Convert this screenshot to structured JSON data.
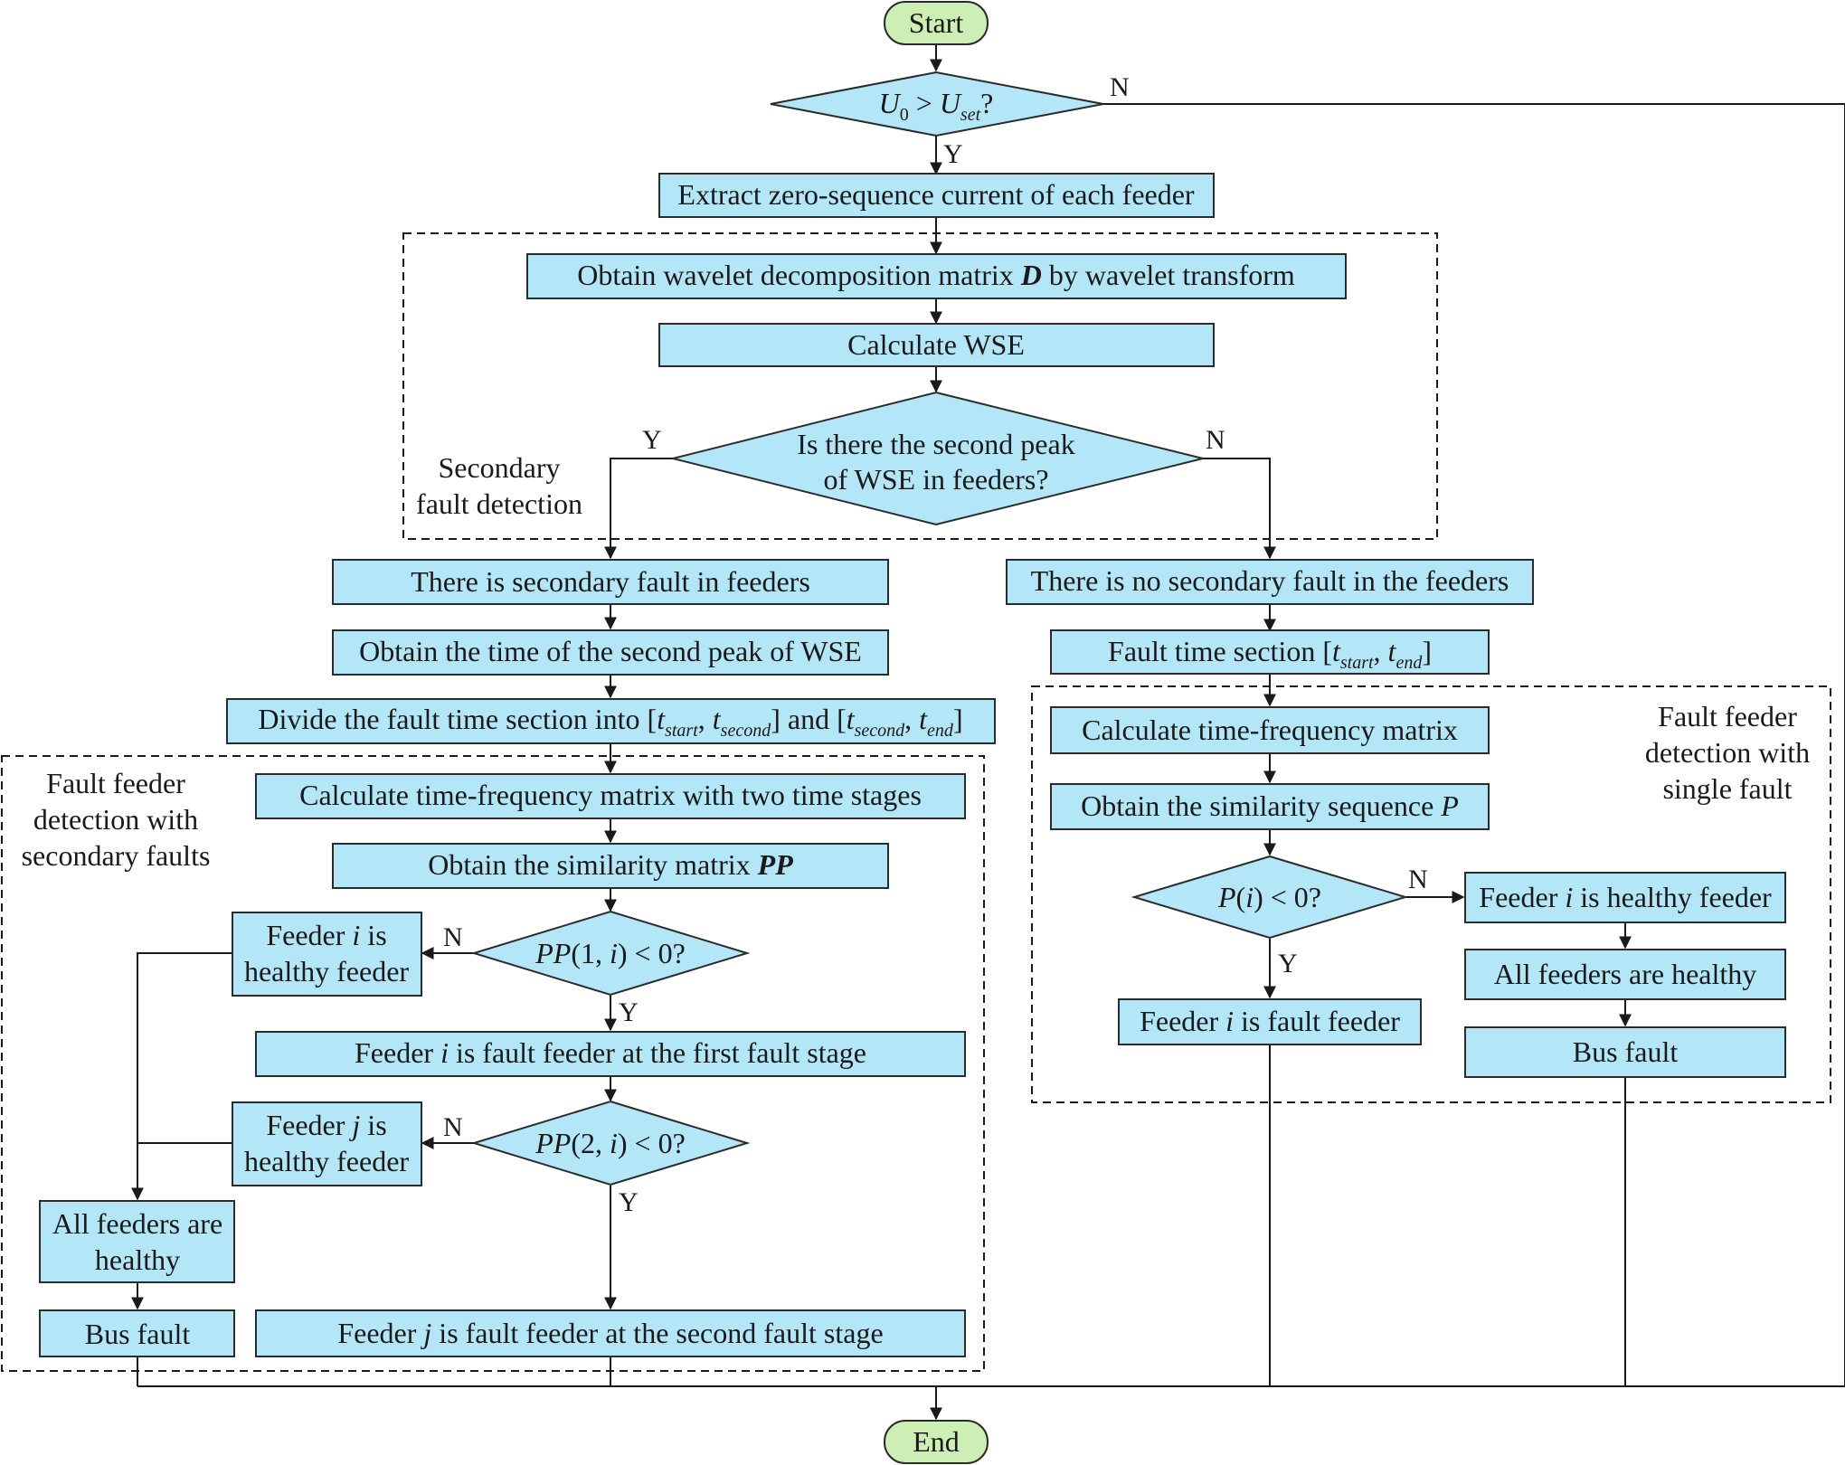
{
  "nodes": {
    "start": "Start",
    "end": "End",
    "d_u0": {
      "u": "U",
      "sub0": "0",
      "gt": " > ",
      "uset": "U",
      "subset": "set",
      "q": "?"
    },
    "extract": "Extract zero-sequence current of each feeder",
    "wavelet": {
      "pre": "Obtain wavelet decomposition matrix ",
      "sym": "D",
      "post": " by wavelet transform"
    },
    "calc_wse": "Calculate WSE",
    "d_peak": {
      "line1": "Is there the second peak",
      "line2": "of WSE in feeders?"
    },
    "sec_fault": "There is secondary fault in feeders",
    "no_sec_fault": "There is no secondary fault in the feeders",
    "obtain_time": "Obtain the time of the second peak of WSE",
    "fault_section": {
      "pre": "Fault time section [",
      "t1": "t",
      "s1": "start",
      "comma": ", ",
      "t2": "t",
      "s2": "end",
      "post": "]"
    },
    "divide": {
      "pre": "Divide the fault time section into [",
      "a": "t",
      "as": "start",
      "c1": ", ",
      "b": "t",
      "bs": "second",
      "mid": "] and [",
      "c": "t",
      "cs": "second",
      "c2": ", ",
      "d": "t",
      "ds": "end",
      "post": "]"
    },
    "calc_tf2": "Calculate time-frequency matrix with two time stages",
    "sim_pp": {
      "pre": "Obtain the similarity matrix ",
      "sym": "PP"
    },
    "d_pp1": {
      "sym": "PP",
      "args": "(1, ",
      "i": "i",
      "post": ") < 0?"
    },
    "d_pp2": {
      "sym": "PP",
      "args": "(2, ",
      "i": "i",
      "post": ") < 0?"
    },
    "feeder_i_healthy": {
      "pre": "Feeder ",
      "v": "i",
      "post": " is",
      "line2": "healthy feeder"
    },
    "feeder_j_healthy": {
      "pre": "Feeder ",
      "v": "j",
      "post": " is",
      "line2": "healthy feeder"
    },
    "feeder_i_first": {
      "pre": "Feeder ",
      "v": "i",
      "post": " is fault feeder at the first fault stage"
    },
    "feeder_j_second": {
      "pre": "Feeder ",
      "v": "j",
      "post": " is fault feeder at the second fault stage"
    },
    "all_healthy_left": {
      "line1": "All feeders are",
      "line2": "healthy"
    },
    "bus_fault_left": "Bus fault",
    "calc_tf": "Calculate time-frequency matrix",
    "sim_p": {
      "pre": "Obtain the similarity sequence ",
      "sym": "P"
    },
    "d_p": {
      "sym": "P",
      "open": "(",
      "i": "i",
      "post": ") < 0?"
    },
    "feeder_i_healthy_r": {
      "pre": "Feeder ",
      "v": "i",
      "post": " is healthy feeder"
    },
    "all_healthy_right": "All feeders are healthy",
    "bus_fault_right": "Bus fault",
    "feeder_i_fault": {
      "pre": "Feeder ",
      "v": "i",
      "post": " is fault feeder"
    }
  },
  "regions": {
    "secondary": {
      "line1": "Secondary",
      "line2": "fault detection"
    },
    "left": {
      "line1": "Fault feeder",
      "line2": "detection with",
      "line3": "secondary faults"
    },
    "right": {
      "line1": "Fault feeder",
      "line2": "detection with",
      "line3": "single fault"
    }
  },
  "edge_labels": {
    "yes": "Y",
    "no": "N"
  },
  "colors": {
    "process": "#b3e6f7",
    "terminal": "#cdeeb4",
    "line": "#1a1a1a"
  }
}
